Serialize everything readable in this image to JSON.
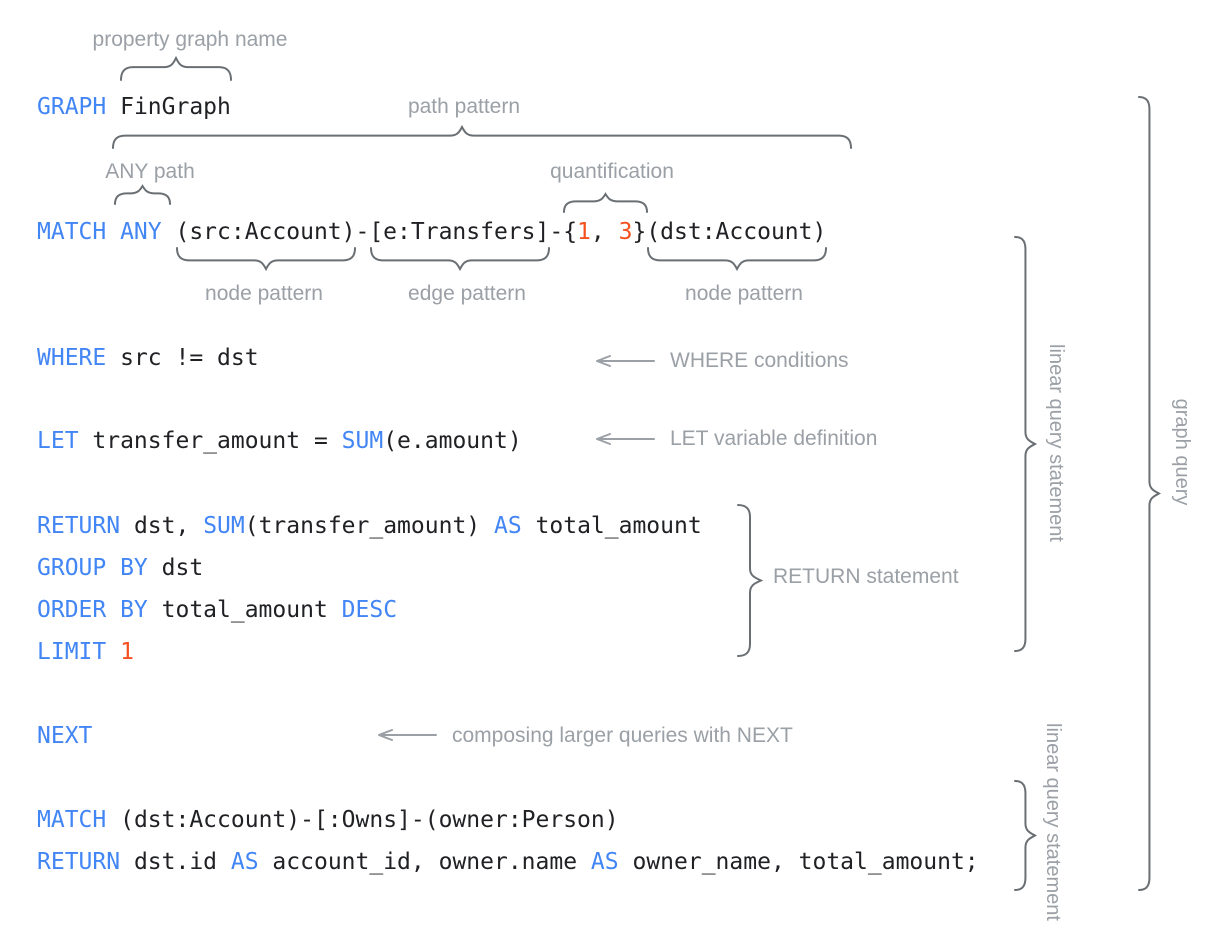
{
  "palette": {
    "keyword_blue": "#4285f4",
    "code_dark": "#202124",
    "literal_orange": "#f4511e",
    "annotation_gray": "#9aa0a6",
    "brace_gray": "#6a6f74"
  },
  "code_lines": [
    {
      "name": "graph-declaration",
      "tokens": [
        {
          "t": "GRAPH",
          "c": "kw"
        },
        {
          "t": " FinGraph",
          "c": "plain"
        }
      ]
    },
    {
      "name": "match-path-pattern",
      "tokens": [
        {
          "t": "MATCH ANY",
          "c": "kw"
        },
        {
          "t": " (src:Account)-[e:Transfers]-{",
          "c": "plain"
        },
        {
          "t": "1",
          "c": "lit"
        },
        {
          "t": ", ",
          "c": "plain"
        },
        {
          "t": "3",
          "c": "lit"
        },
        {
          "t": "}(dst:Account)",
          "c": "plain"
        }
      ]
    },
    {
      "name": "where-clause",
      "tokens": [
        {
          "t": "WHERE",
          "c": "kw"
        },
        {
          "t": " src != dst",
          "c": "plain"
        }
      ]
    },
    {
      "name": "let-clause",
      "tokens": [
        {
          "t": "LET",
          "c": "kw"
        },
        {
          "t": " transfer_amount = ",
          "c": "plain"
        },
        {
          "t": "SUM",
          "c": "kw"
        },
        {
          "t": "(e.amount)",
          "c": "plain"
        }
      ]
    },
    {
      "name": "return-clause-1",
      "tokens": [
        {
          "t": "RETURN",
          "c": "kw"
        },
        {
          "t": " dst, ",
          "c": "plain"
        },
        {
          "t": "SUM",
          "c": "kw"
        },
        {
          "t": "(transfer_amount) ",
          "c": "plain"
        },
        {
          "t": "AS",
          "c": "kw"
        },
        {
          "t": " total_amount",
          "c": "plain"
        }
      ]
    },
    {
      "name": "group-by-clause",
      "tokens": [
        {
          "t": "GROUP BY",
          "c": "kw"
        },
        {
          "t": " dst",
          "c": "plain"
        }
      ]
    },
    {
      "name": "order-by-clause",
      "tokens": [
        {
          "t": "ORDER BY",
          "c": "kw"
        },
        {
          "t": " total_amount ",
          "c": "plain"
        },
        {
          "t": "DESC",
          "c": "kw"
        }
      ]
    },
    {
      "name": "limit-clause",
      "tokens": [
        {
          "t": "LIMIT",
          "c": "kw"
        },
        {
          "t": " ",
          "c": "plain"
        },
        {
          "t": "1",
          "c": "lit"
        }
      ]
    },
    {
      "name": "next-clause",
      "tokens": [
        {
          "t": "NEXT",
          "c": "kw"
        }
      ]
    },
    {
      "name": "match-clause-2",
      "tokens": [
        {
          "t": "MATCH",
          "c": "kw"
        },
        {
          "t": " (dst:Account)-[:Owns]-(owner:Person)",
          "c": "plain"
        }
      ]
    },
    {
      "name": "return-clause-2",
      "tokens": [
        {
          "t": "RETURN",
          "c": "kw"
        },
        {
          "t": " dst.id ",
          "c": "plain"
        },
        {
          "t": "AS",
          "c": "kw"
        },
        {
          "t": " account_id, owner.name ",
          "c": "plain"
        },
        {
          "t": "AS",
          "c": "kw"
        },
        {
          "t": " owner_name, total_amount;",
          "c": "plain"
        }
      ]
    }
  ],
  "annotations": {
    "property_graph_name": "property graph name",
    "path_pattern": "path pattern",
    "any_path": "ANY path",
    "quantification": "quantification",
    "node_pattern_1": "node pattern",
    "edge_pattern": "edge pattern",
    "node_pattern_2": "node pattern",
    "where_conditions": "WHERE conditions",
    "let_variable_definition": "LET variable definition",
    "return_statement": "RETURN statement",
    "composing_next": "composing larger queries with NEXT",
    "linear_query_statement_top": "linear query statement",
    "linear_query_statement_bottom": "linear query statement",
    "graph_query": "graph query"
  }
}
